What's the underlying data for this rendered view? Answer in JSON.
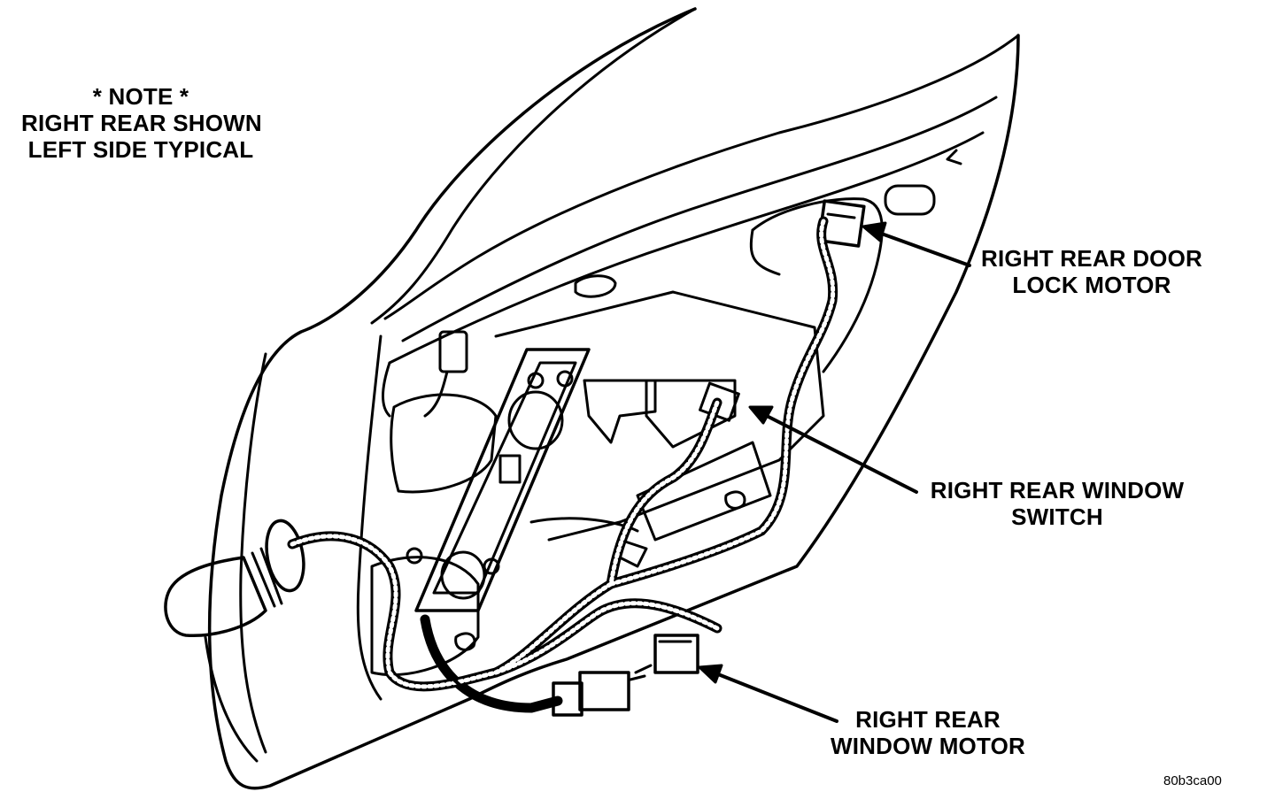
{
  "note": {
    "line1": "* NOTE *",
    "line2": "RIGHT REAR SHOWN",
    "line3": "LEFT SIDE TYPICAL"
  },
  "callouts": {
    "lock_motor": {
      "line1": "RIGHT REAR DOOR",
      "line2": "LOCK MOTOR"
    },
    "window_switch": {
      "line1": "RIGHT REAR WINDOW",
      "line2": "SWITCH"
    },
    "window_motor": {
      "line1": "RIGHT REAR",
      "line2": "WINDOW MOTOR"
    }
  },
  "figure_code": "80b3ca00"
}
